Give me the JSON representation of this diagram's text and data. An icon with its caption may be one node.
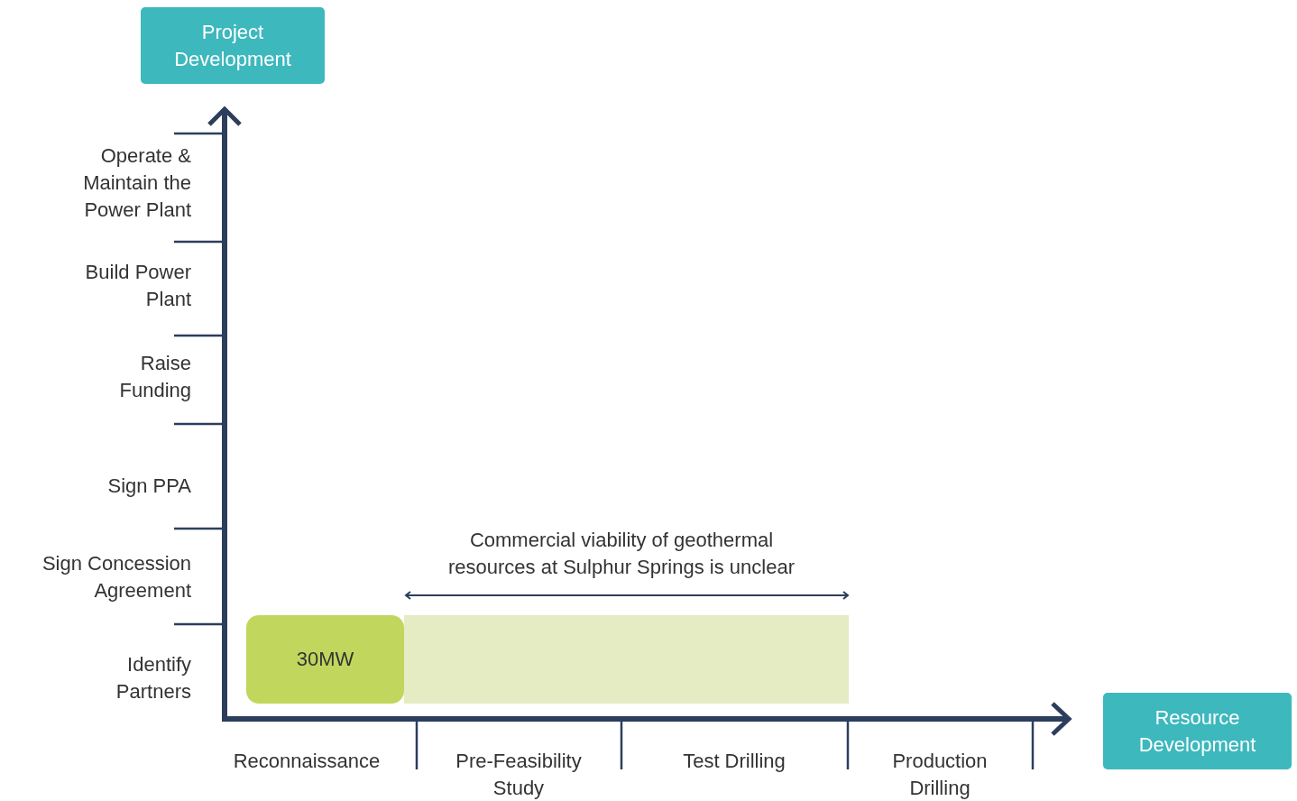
{
  "diagram": {
    "nodes": [
      {
        "text": [
          "Project Development"
        ]
      },
      {
        "text": [
          "30MW"
        ]
      },
      {
        "text": [],
        "shape": "bar"
      },
      {
        "text": [
          "Resource Development"
        ]
      }
    ],
    "labels": [
      "Operate & Maintain the Power Plant",
      "Build Power Plant",
      "Raise Funding",
      "Sign PPA",
      "Sign Concession Agreement",
      "Identify Partners",
      "Commercial viability of geothermal resources at Sulphur Springs is unclear",
      "Reconnaissance",
      "Pre-Feasibility Study",
      "Test Drilling",
      "Production Drilling"
    ]
  }
}
